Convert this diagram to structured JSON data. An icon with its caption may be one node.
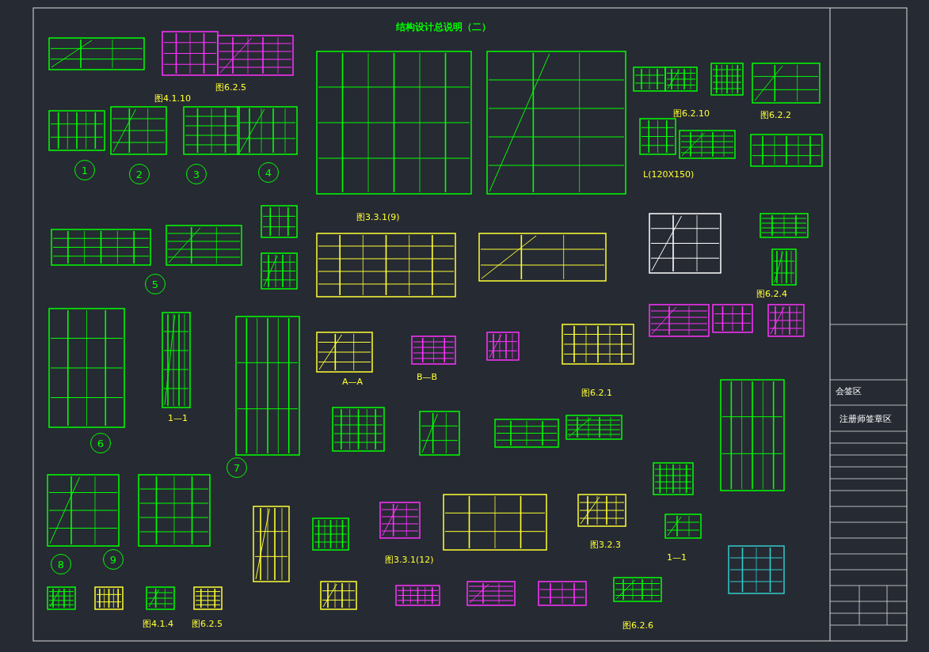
{
  "diagram": {
    "title": "结构设计总说明（二）",
    "nodes": [
      {
        "text": [
          "1"
        ]
      },
      {
        "text": [
          "2"
        ]
      },
      {
        "text": [
          "3"
        ]
      },
      {
        "text": [
          "4"
        ]
      },
      {
        "text": [
          "5"
        ]
      },
      {
        "text": [
          "6"
        ]
      },
      {
        "text": [
          "7"
        ]
      },
      {
        "text": [
          "8"
        ]
      },
      {
        "text": [
          "9"
        ]
      }
    ],
    "labels": [
      "图4.1.10",
      "图6.2.5",
      "图3.3.1(9)",
      "图6.2.10",
      "图6.2.2",
      "L(120X150)",
      "图6.2.4",
      "1—1",
      "A—A",
      "B—B",
      "图6.2.1",
      "图3.3.1(12)",
      "图3.2.3",
      "1—1",
      "图4.1.4",
      "图6.2.5",
      "图6.2.6",
      "会签区",
      "注册师签章区"
    ]
  }
}
